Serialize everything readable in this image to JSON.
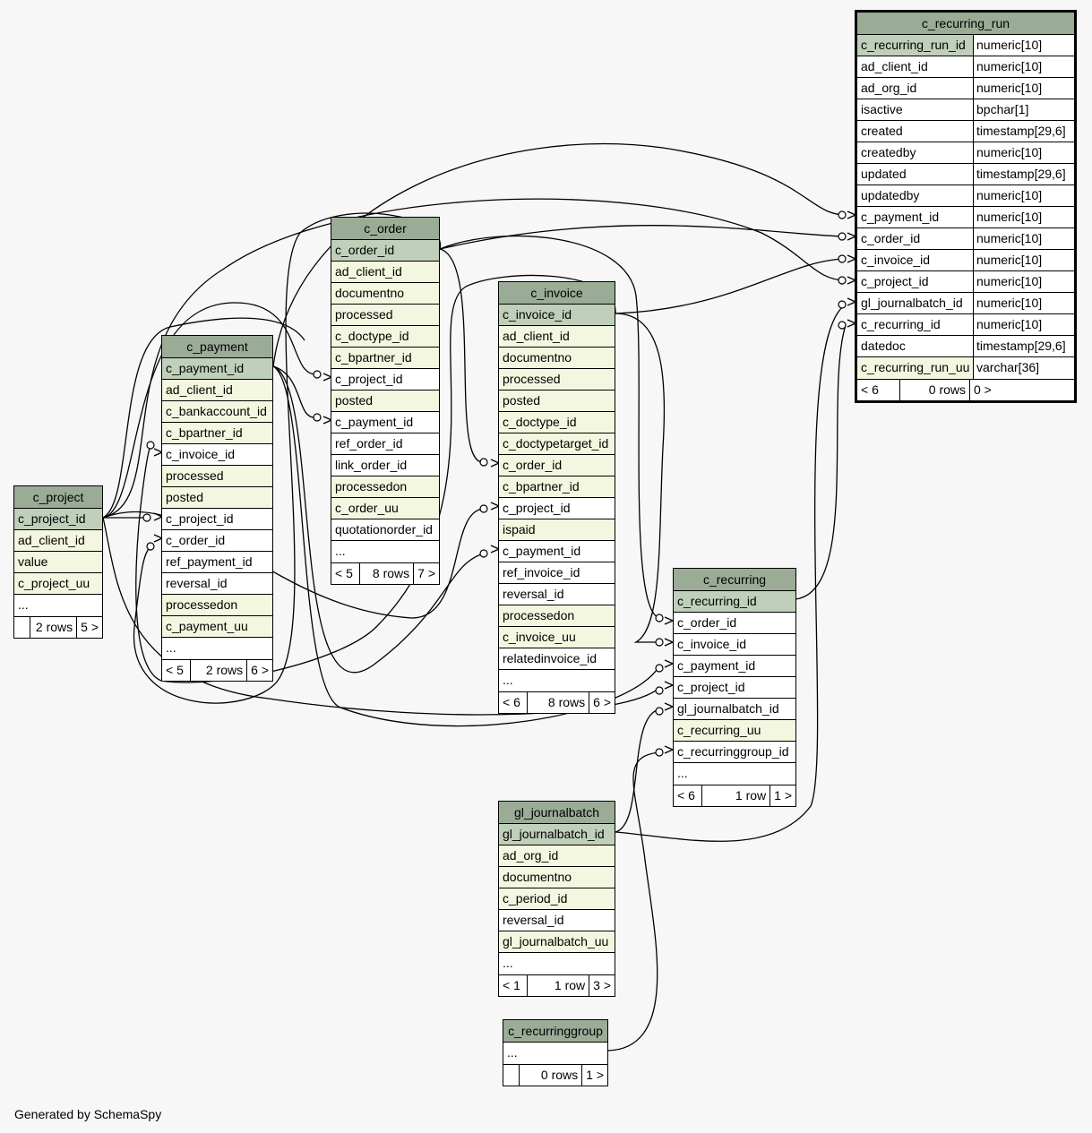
{
  "footer": "Generated by SchemaSpy",
  "colors": {
    "header": "#9aab96",
    "pk": "#bfcfba",
    "indexed": "#f4f7df",
    "plain": "#ffffff",
    "background": "#f7f7f7"
  },
  "tables": {
    "c_recurring_run": {
      "name": "c_recurring_run",
      "columns": [
        {
          "name": "c_recurring_run_id",
          "type": "numeric[10]",
          "kind": "pk"
        },
        {
          "name": "ad_client_id",
          "type": "numeric[10]",
          "kind": "plain"
        },
        {
          "name": "ad_org_id",
          "type": "numeric[10]",
          "kind": "plain"
        },
        {
          "name": "isactive",
          "type": "bpchar[1]",
          "kind": "plain"
        },
        {
          "name": "created",
          "type": "timestamp[29,6]",
          "kind": "plain"
        },
        {
          "name": "createdby",
          "type": "numeric[10]",
          "kind": "plain"
        },
        {
          "name": "updated",
          "type": "timestamp[29,6]",
          "kind": "plain"
        },
        {
          "name": "updatedby",
          "type": "numeric[10]",
          "kind": "plain"
        },
        {
          "name": "c_payment_id",
          "type": "numeric[10]",
          "kind": "plain"
        },
        {
          "name": "c_order_id",
          "type": "numeric[10]",
          "kind": "plain"
        },
        {
          "name": "c_invoice_id",
          "type": "numeric[10]",
          "kind": "plain"
        },
        {
          "name": "c_project_id",
          "type": "numeric[10]",
          "kind": "plain"
        },
        {
          "name": "gl_journalbatch_id",
          "type": "numeric[10]",
          "kind": "plain"
        },
        {
          "name": "c_recurring_id",
          "type": "numeric[10]",
          "kind": "plain"
        },
        {
          "name": "datedoc",
          "type": "timestamp[29,6]",
          "kind": "plain"
        },
        {
          "name": "c_recurring_run_uu",
          "type": "varchar[36]",
          "kind": "idx"
        }
      ],
      "footer": [
        "< 6",
        "0 rows",
        "0 >"
      ]
    },
    "c_order": {
      "name": "c_order",
      "columns": [
        {
          "name": "c_order_id",
          "kind": "pk"
        },
        {
          "name": "ad_client_id",
          "kind": "idx"
        },
        {
          "name": "documentno",
          "kind": "idx"
        },
        {
          "name": "processed",
          "kind": "idx"
        },
        {
          "name": "c_doctype_id",
          "kind": "idx"
        },
        {
          "name": "c_bpartner_id",
          "kind": "idx"
        },
        {
          "name": "c_project_id",
          "kind": "plain"
        },
        {
          "name": "posted",
          "kind": "idx"
        },
        {
          "name": "c_payment_id",
          "kind": "plain"
        },
        {
          "name": "ref_order_id",
          "kind": "plain"
        },
        {
          "name": "link_order_id",
          "kind": "plain"
        },
        {
          "name": "processedon",
          "kind": "idx"
        },
        {
          "name": "c_order_uu",
          "kind": "idx"
        },
        {
          "name": "quotationorder_id",
          "kind": "plain"
        },
        {
          "name": "...",
          "kind": "plain"
        }
      ],
      "footer": [
        "< 5",
        "8 rows",
        "7 >"
      ]
    },
    "c_invoice": {
      "name": "c_invoice",
      "columns": [
        {
          "name": "c_invoice_id",
          "kind": "pk"
        },
        {
          "name": "ad_client_id",
          "kind": "idx"
        },
        {
          "name": "documentno",
          "kind": "idx"
        },
        {
          "name": "processed",
          "kind": "idx"
        },
        {
          "name": "posted",
          "kind": "idx"
        },
        {
          "name": "c_doctype_id",
          "kind": "idx"
        },
        {
          "name": "c_doctypetarget_id",
          "kind": "idx"
        },
        {
          "name": "c_order_id",
          "kind": "idx"
        },
        {
          "name": "c_bpartner_id",
          "kind": "idx"
        },
        {
          "name": "c_project_id",
          "kind": "plain"
        },
        {
          "name": "ispaid",
          "kind": "idx"
        },
        {
          "name": "c_payment_id",
          "kind": "plain"
        },
        {
          "name": "ref_invoice_id",
          "kind": "plain"
        },
        {
          "name": "reversal_id",
          "kind": "plain"
        },
        {
          "name": "processedon",
          "kind": "idx"
        },
        {
          "name": "c_invoice_uu",
          "kind": "idx"
        },
        {
          "name": "relatedinvoice_id",
          "kind": "plain"
        },
        {
          "name": "...",
          "kind": "plain"
        }
      ],
      "footer": [
        "< 6",
        "8 rows",
        "6 >"
      ]
    },
    "c_payment": {
      "name": "c_payment",
      "columns": [
        {
          "name": "c_payment_id",
          "kind": "pk"
        },
        {
          "name": "ad_client_id",
          "kind": "idx"
        },
        {
          "name": "c_bankaccount_id",
          "kind": "idx"
        },
        {
          "name": "c_bpartner_id",
          "kind": "idx"
        },
        {
          "name": "c_invoice_id",
          "kind": "plain"
        },
        {
          "name": "processed",
          "kind": "idx"
        },
        {
          "name": "posted",
          "kind": "idx"
        },
        {
          "name": "c_project_id",
          "kind": "plain"
        },
        {
          "name": "c_order_id",
          "kind": "plain"
        },
        {
          "name": "ref_payment_id",
          "kind": "plain"
        },
        {
          "name": "reversal_id",
          "kind": "plain"
        },
        {
          "name": "processedon",
          "kind": "idx"
        },
        {
          "name": "c_payment_uu",
          "kind": "idx"
        },
        {
          "name": "...",
          "kind": "plain"
        }
      ],
      "footer": [
        "< 5",
        "2 rows",
        "6 >"
      ]
    },
    "c_project": {
      "name": "c_project",
      "columns": [
        {
          "name": "c_project_id",
          "kind": "pk"
        },
        {
          "name": "ad_client_id",
          "kind": "idx"
        },
        {
          "name": "value",
          "kind": "idx"
        },
        {
          "name": "c_project_uu",
          "kind": "idx"
        },
        {
          "name": "...",
          "kind": "plain"
        }
      ],
      "footer": [
        "",
        "2 rows",
        "5 >"
      ]
    },
    "c_recurring": {
      "name": "c_recurring",
      "columns": [
        {
          "name": "c_recurring_id",
          "kind": "pk"
        },
        {
          "name": "c_order_id",
          "kind": "plain"
        },
        {
          "name": "c_invoice_id",
          "kind": "plain"
        },
        {
          "name": "c_payment_id",
          "kind": "plain"
        },
        {
          "name": "c_project_id",
          "kind": "plain"
        },
        {
          "name": "gl_journalbatch_id",
          "kind": "plain"
        },
        {
          "name": "c_recurring_uu",
          "kind": "idx"
        },
        {
          "name": "c_recurringgroup_id",
          "kind": "plain"
        },
        {
          "name": "...",
          "kind": "plain"
        }
      ],
      "footer": [
        "< 6",
        "1 row",
        "1 >"
      ]
    },
    "gl_journalbatch": {
      "name": "gl_journalbatch",
      "columns": [
        {
          "name": "gl_journalbatch_id",
          "kind": "pk"
        },
        {
          "name": "ad_org_id",
          "kind": "idx"
        },
        {
          "name": "documentno",
          "kind": "idx"
        },
        {
          "name": "c_period_id",
          "kind": "idx"
        },
        {
          "name": "reversal_id",
          "kind": "plain"
        },
        {
          "name": "gl_journalbatch_uu",
          "kind": "idx"
        },
        {
          "name": "...",
          "kind": "plain"
        }
      ],
      "footer": [
        "< 1",
        "1 row",
        "3 >"
      ]
    },
    "c_recurringgroup": {
      "name": "c_recurringgroup",
      "columns": [
        {
          "name": "...",
          "kind": "plain"
        }
      ],
      "footer": [
        "",
        "0 rows",
        "1 >"
      ]
    }
  }
}
